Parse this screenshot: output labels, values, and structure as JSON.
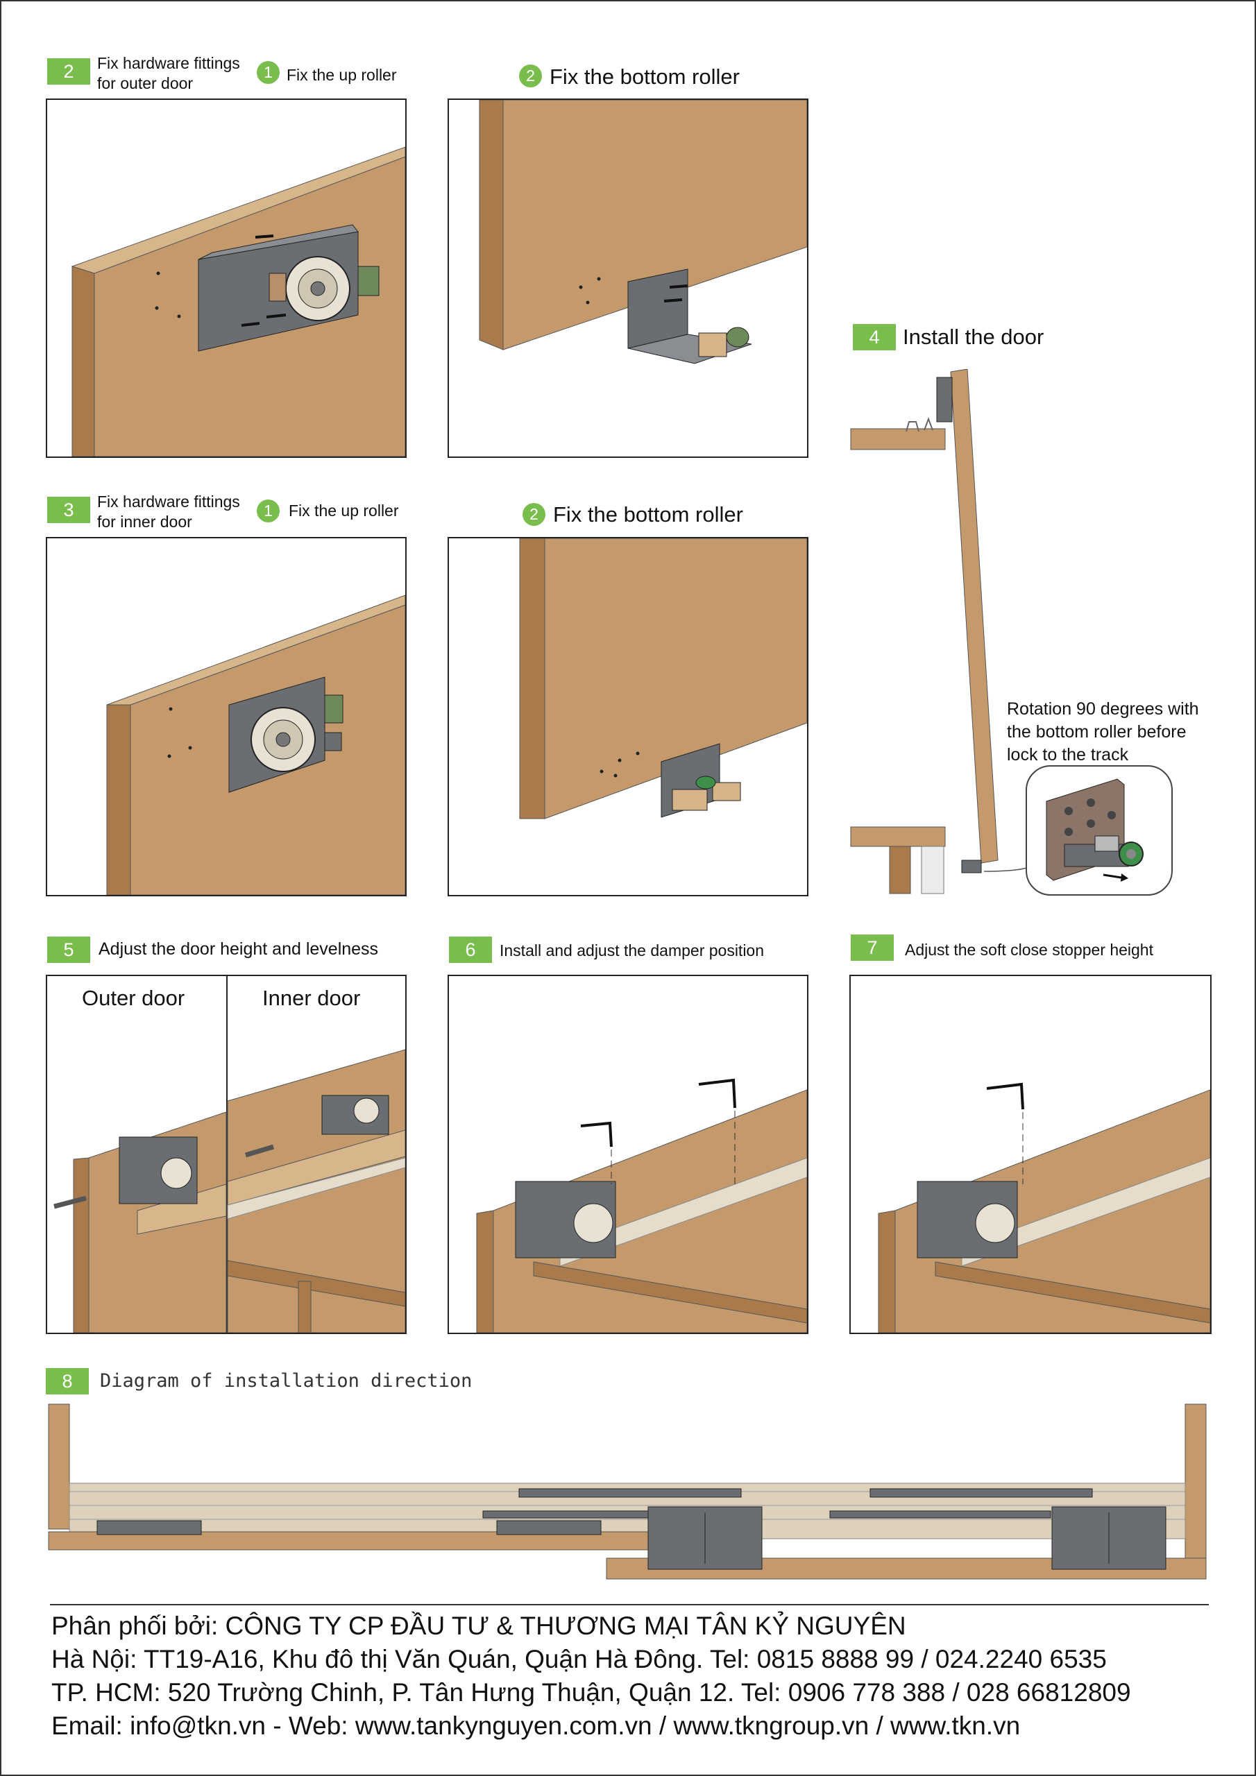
{
  "steps": {
    "s2": {
      "num": "2",
      "title_line1": "Fix hardware fittings",
      "title_line2": "for outer door",
      "sub1_num": "1",
      "sub1": "Fix the up roller",
      "sub2_num": "2",
      "sub2": "Fix the bottom roller"
    },
    "s3": {
      "num": "3",
      "title_line1": "Fix hardware fittings",
      "title_line2": "for inner door",
      "sub1_num": "1",
      "sub1": "Fix the up roller",
      "sub2_num": "2",
      "sub2": "Fix the bottom roller"
    },
    "s4": {
      "num": "4",
      "title": "Install the door",
      "note_line1": "Rotation 90 degrees with",
      "note_line2": "the bottom roller before",
      "note_line3": "lock to the track"
    },
    "s5": {
      "num": "5",
      "title": "Adjust the door height and levelness",
      "outer": "Outer door",
      "inner": "Inner door"
    },
    "s6": {
      "num": "6",
      "title": "Install and adjust the damper position"
    },
    "s7": {
      "num": "7",
      "title": "Adjust the soft close stopper height"
    },
    "s8": {
      "num": "8",
      "title": "Diagram of installation direction"
    }
  },
  "footer": {
    "line1": "Phân phối bởi: CÔNG TY CP ĐẦU TƯ & THƯƠNG MẠI TÂN KỶ NGUYÊN",
    "line2": "Hà Nội: TT19-A16, Khu đô thị Văn Quán, Quận Hà Đông. Tel: 0815 8888 99 / 024.2240 6535",
    "line3": "TP. HCM: 520 Trường Chinh, P. Tân Hưng Thuận, Quận 12. Tel: 0906 778 388 / 028 66812809",
    "line4": "Email: info@tkn.vn - Web: www.tankynguyen.com.vn / www.tkngroup.vn / www.tkn.vn"
  },
  "colors": {
    "accent_green": "#79bd4c",
    "wood": "#c49a6c",
    "wood_dark": "#a87a4c",
    "metal": "#6a6d72"
  },
  "icons": [
    "roller-fitting-icon",
    "bottom-roller-icon",
    "screw-icon",
    "allen-key-icon",
    "door-panel-icon",
    "track-rail-icon"
  ]
}
